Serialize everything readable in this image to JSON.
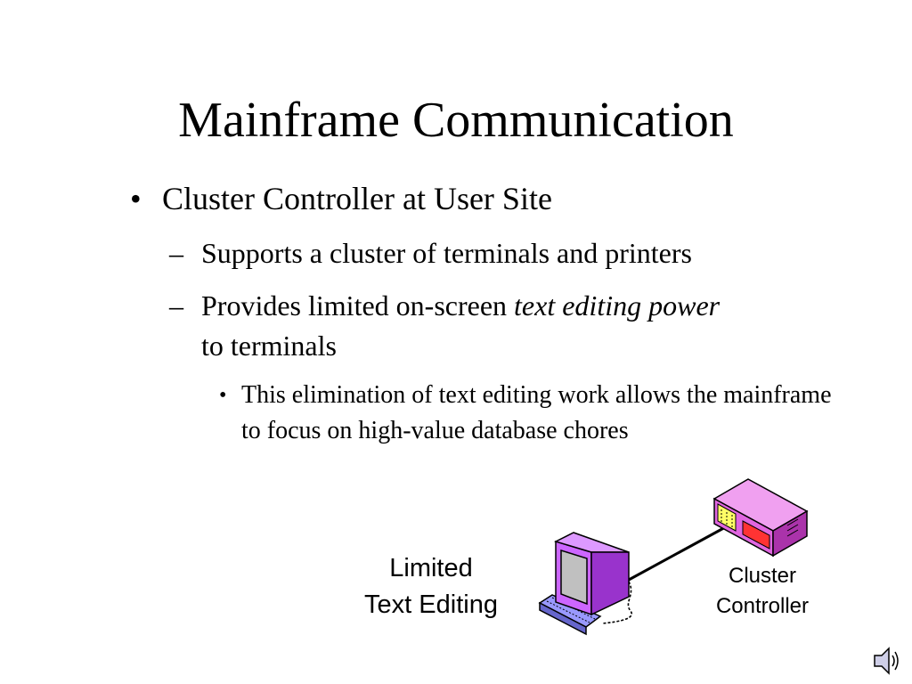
{
  "slide": {
    "title": "Mainframe Communication",
    "bullets": {
      "level1": "Cluster Controller at User Site",
      "level2_a": "Supports a cluster of terminals and printers",
      "level2_b_prefix": "Provides limited on-screen ",
      "level2_b_emphasis": "text editing power",
      "level2_b_suffix": "to terminals",
      "level3": "This elimination of text editing work allows the mainframe to focus on high-value database chores"
    },
    "markers": {
      "level1": "•",
      "level2": "–",
      "level3": "•"
    }
  },
  "diagram": {
    "terminal_label_line1": "Limited",
    "terminal_label_line2": "Text Editing",
    "controller_label_line1": "Cluster",
    "controller_label_line2": "Controller"
  },
  "icons": {
    "terminal": "computer-terminal-icon",
    "controller": "cluster-controller-icon",
    "audio": "speaker-icon"
  },
  "colors": {
    "device_purple": "#cc66ff",
    "controller_magenta": "#e066e0",
    "screen_gray": "#c0c0c0",
    "indicator_yellow": "#ffff66",
    "indicator_red": "#ff3333"
  }
}
